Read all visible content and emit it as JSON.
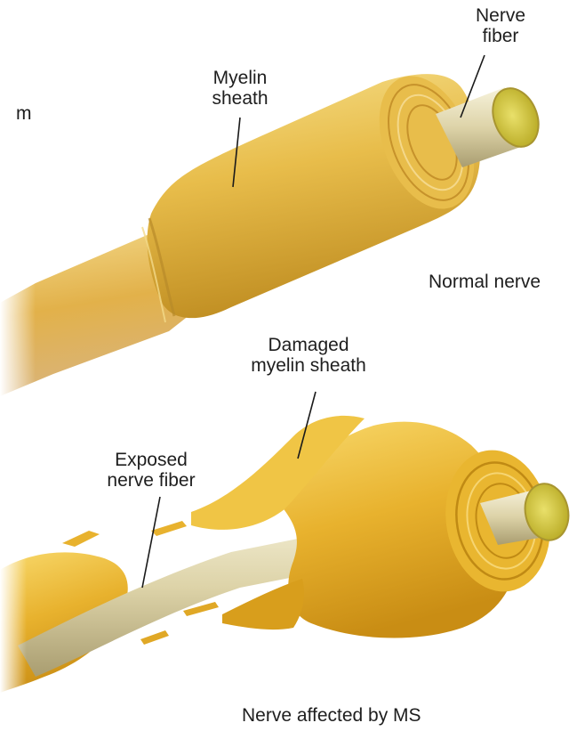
{
  "labels": {
    "fragment": "m",
    "nerve_fiber": [
      "Nerve",
      "fiber"
    ],
    "myelin_sheath": [
      "Myelin",
      "sheath"
    ],
    "normal_nerve": "Normal nerve",
    "damaged_myelin": [
      "Damaged",
      "myelin sheath"
    ],
    "exposed_fiber": [
      "Exposed",
      "nerve fiber"
    ],
    "affected_nerve": "Nerve affected by MS"
  },
  "colors": {
    "sheath_light": "#f3d97a",
    "sheath_mid": "#e3b43e",
    "sheath_dark": "#b98a1e",
    "fiber_light": "#f4efd2",
    "fiber_dark": "#b9ae85",
    "fiber_end": "#c9c03a",
    "text": "#1e1e1e"
  }
}
